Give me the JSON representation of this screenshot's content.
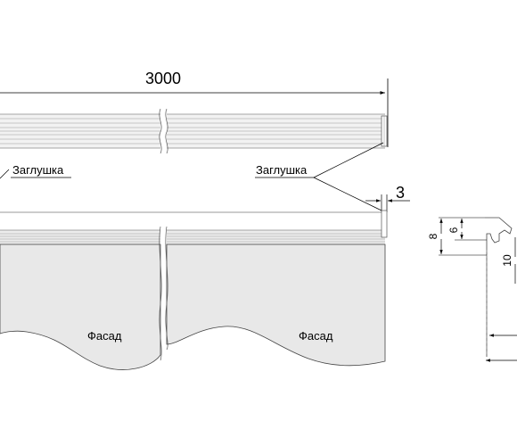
{
  "dimensions": {
    "length": "3000",
    "end_cap_gap": "3",
    "profile_height_8": "8",
    "profile_height_6": "6",
    "profile_depth_10": "10"
  },
  "callouts": {
    "left": "Заглушка",
    "right": "Заглушка"
  },
  "panels": {
    "left": "Фасад",
    "right": "Фасад"
  }
}
